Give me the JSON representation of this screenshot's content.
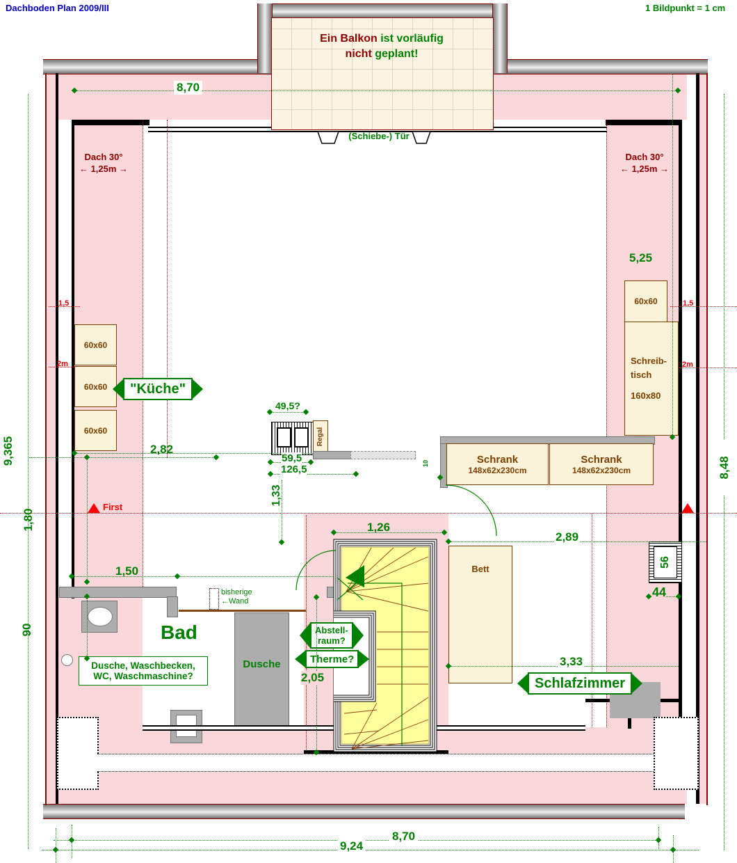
{
  "header": {
    "title": "Dachboden  Plan 2009/III",
    "scale_note": "1 Bildpunkt = 1 cm"
  },
  "balcony": {
    "line1_red": "Ein Balkon",
    "line1_green": " ist vorläufig",
    "line2_red": "nicht",
    "line2_green": " geplant!",
    "door_label": "(Schiebe-) Tür"
  },
  "roof": {
    "left_label": "Dach 30°",
    "left_span": "← 1,25m →",
    "right_label": "Dach 30°",
    "right_span": "← 1,25m →",
    "ridge_label": "First",
    "left_h1": "1,5",
    "left_h2": "2m",
    "right_h1": "1,5",
    "right_h2": "2m"
  },
  "rooms": {
    "kitchen": "\"Küche\"",
    "bath_title": "Bad",
    "bath_note1": "Dusche, Waschbecken,",
    "bath_note2": "WC, Waschmaschine?",
    "shower": "Dusche",
    "storage_line1": "Abstell-",
    "storage_line2": "raum?",
    "therme": "Therme?",
    "bedroom": "Schlafzimmer",
    "old_wall_line1": "bisherige",
    "old_wall_line2": "←Wand"
  },
  "furniture": {
    "cabinet1": "60x60",
    "cabinet2": "60x60",
    "cabinet3": "60x60",
    "cabinet_right": "60x60",
    "desk_line1": "Schreib-",
    "desk_line2": "tisch",
    "desk_line3": "160x80",
    "shelf": "Regal",
    "wardrobe_name": "Schrank",
    "wardrobe_size": "148x62x230cm",
    "bed": "Bett"
  },
  "dims": {
    "top_width": "8,70",
    "left_total": "9,365",
    "left_mid": "1,80",
    "left_low": "90",
    "right_total": "8,48",
    "right_upper": "5,25",
    "kitchen_depth": "2,82",
    "chimney_top": "49,5?",
    "chimney_mid": "59,5",
    "chimney_full": "126,5",
    "chimney_down": "1,33",
    "stair_width": "1,26",
    "bed_span": "2,89",
    "bedroom_span": "3,33",
    "bath_width": "1,50",
    "stair_depth": "2,05",
    "flue_width": "44",
    "flue_height": "56",
    "bottom_inner": "8,70",
    "bottom_outer": "9,24",
    "wall_ten": "10"
  }
}
